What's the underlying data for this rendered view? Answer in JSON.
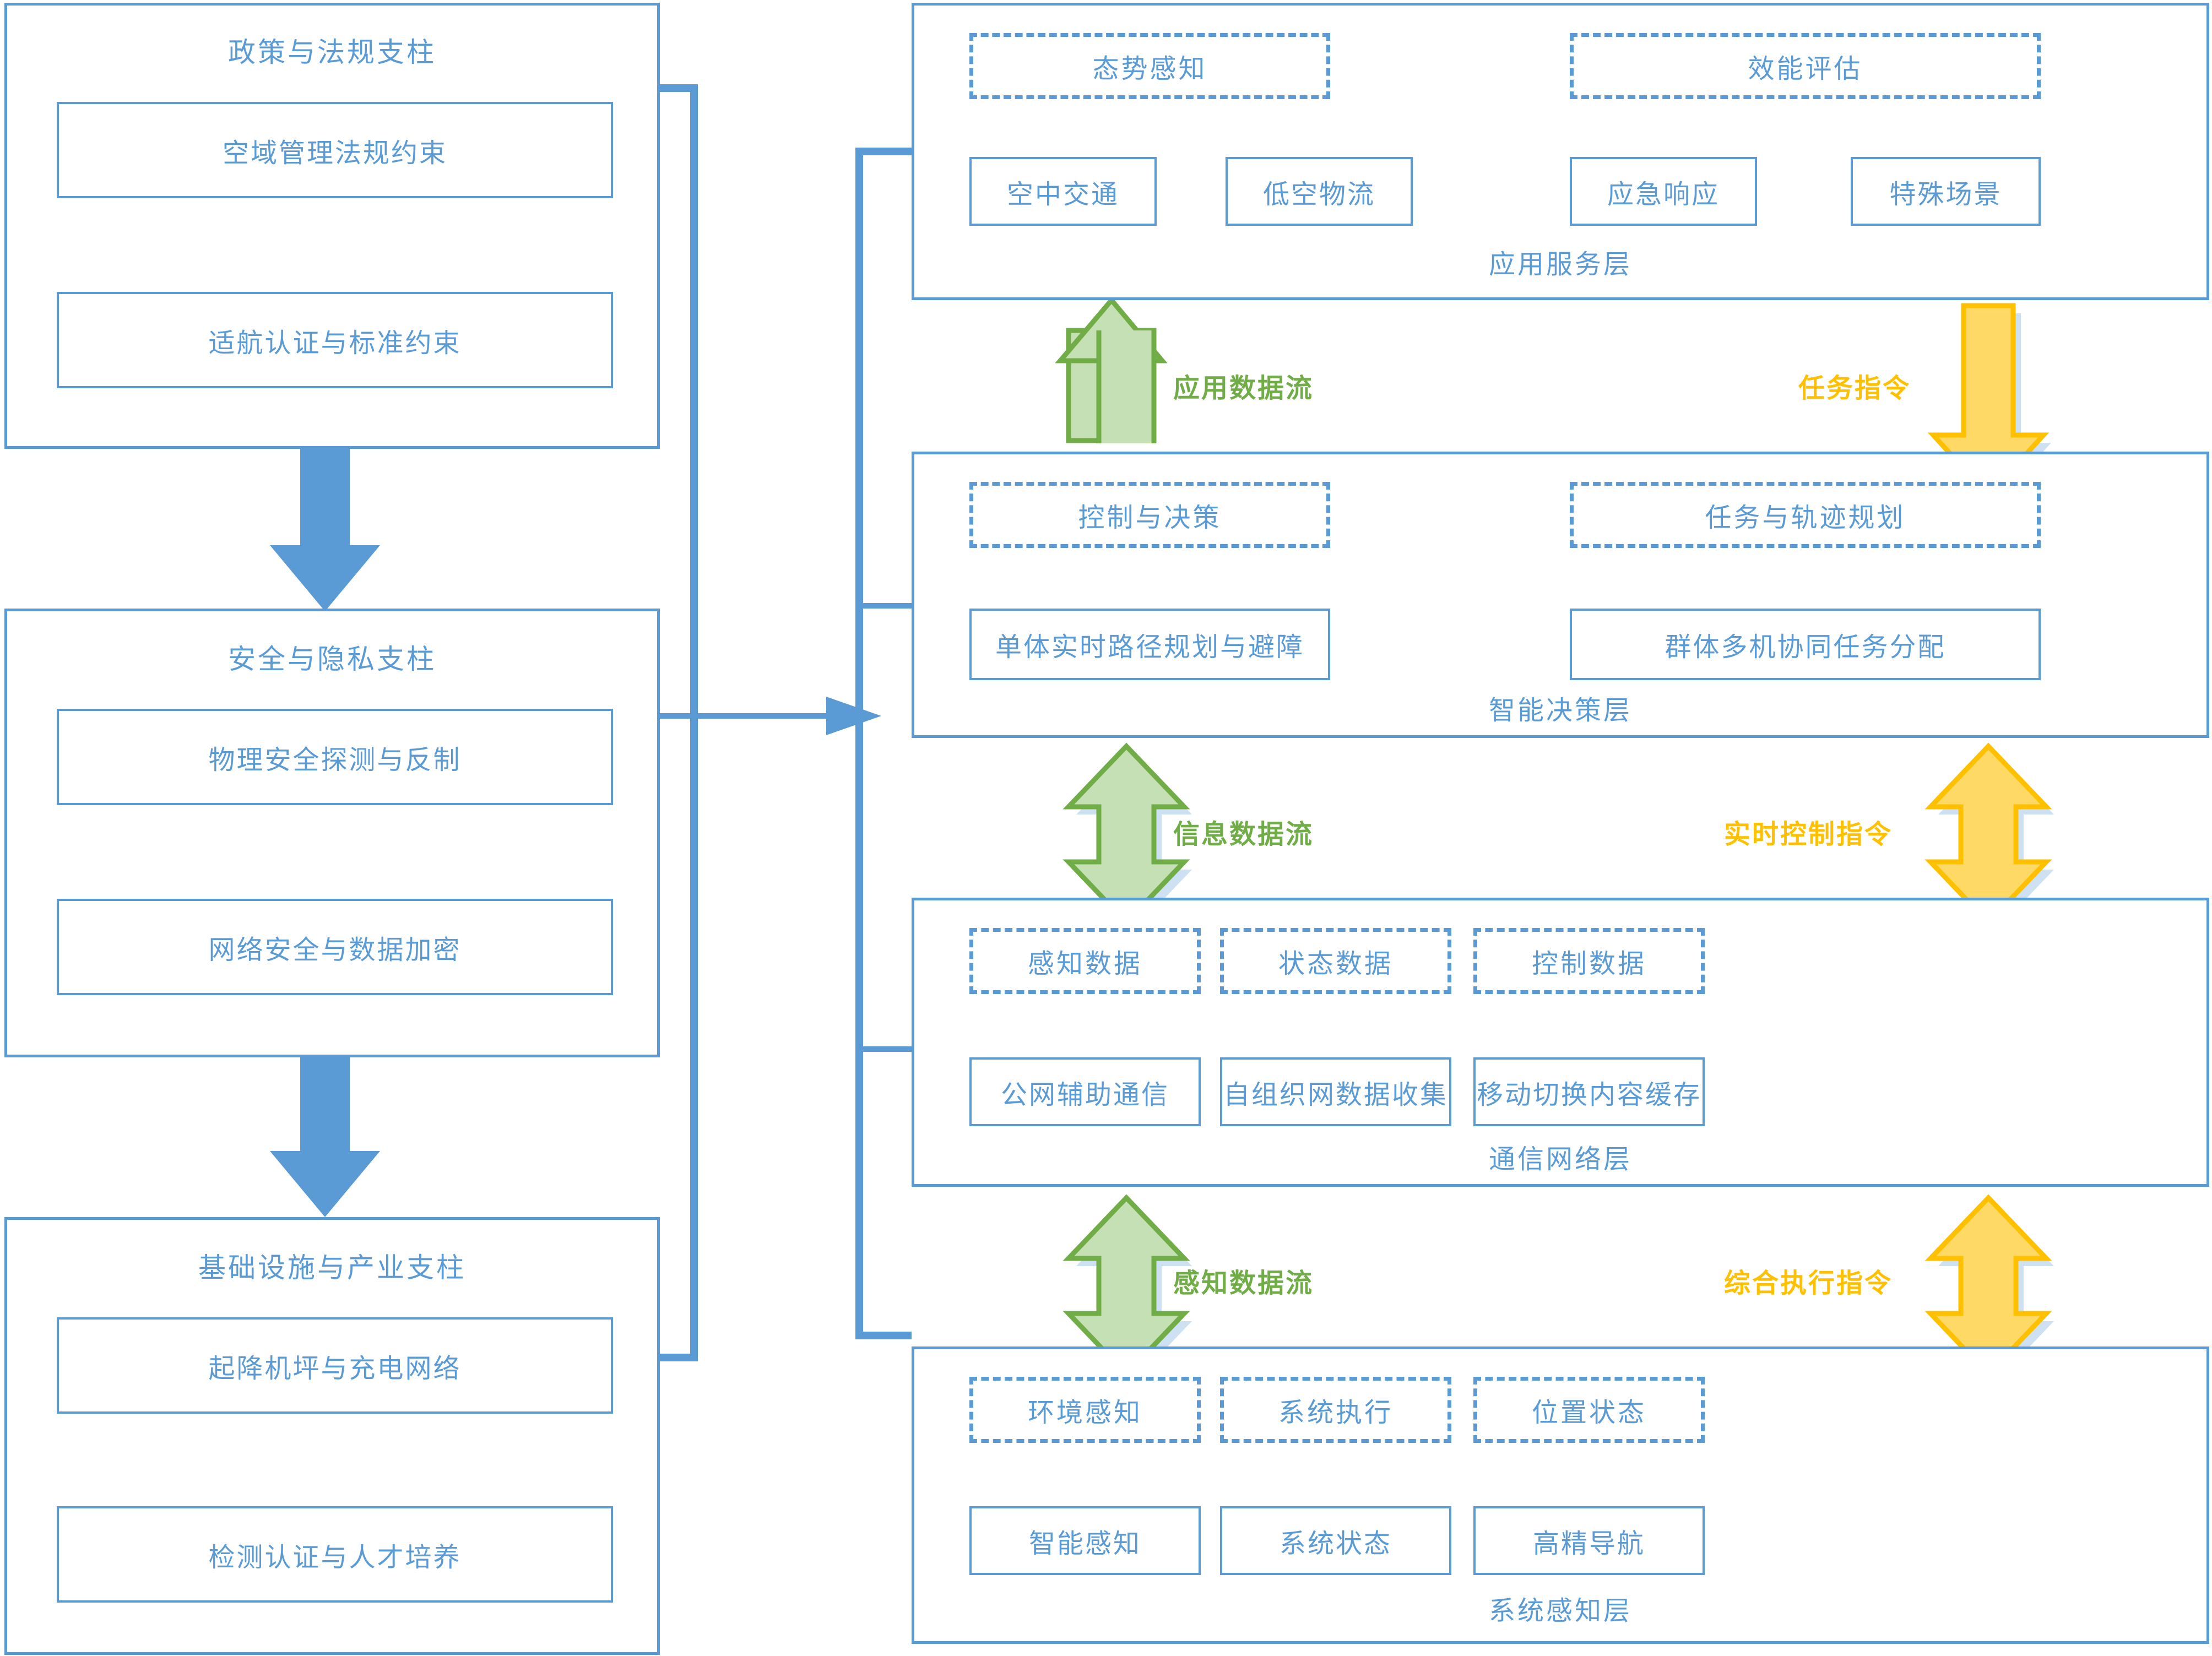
{
  "colors": {
    "blue": "#5B9BD5",
    "green_fill": "#C5E0B4",
    "green_line": "#70AD47",
    "yellow_fill": "#FFD966",
    "yellow_line": "#FFC000",
    "shadow": "#BDD7EE"
  },
  "pillars": [
    {
      "title": "政策与法规支柱",
      "items": [
        "空域管理法规约束",
        "适航认证与标准约束"
      ]
    },
    {
      "title": "安全与隐私支柱",
      "items": [
        "物理安全探测与反制",
        "网络安全与数据加密"
      ]
    },
    {
      "title": "基础设施与产业支柱",
      "items": [
        "起降机坪与充电网络",
        "检测认证与人才培养"
      ]
    }
  ],
  "layers": [
    {
      "label": "应用服务层",
      "dashed": [
        "态势感知",
        "效能评估"
      ],
      "solid": [
        "空中交通",
        "低空物流",
        "应急响应",
        "特殊场景"
      ]
    },
    {
      "label": "智能决策层",
      "dashed": [
        "控制与决策",
        "任务与轨迹规划"
      ],
      "solid": [
        "单体实时路径规划与避障",
        "群体多机协同任务分配"
      ]
    },
    {
      "label": "通信网络层",
      "dashed": [
        "感知数据",
        "状态数据",
        "控制数据"
      ],
      "solid": [
        "公网辅助通信",
        "自组织网数据收集",
        "移动切换内容缓存"
      ]
    },
    {
      "label": "系统感知层",
      "dashed": [
        "环境感知",
        "系统执行",
        "位置状态"
      ],
      "solid": [
        "智能感知",
        "系统状态",
        "高精导航"
      ]
    }
  ],
  "flows": [
    {
      "up": "应用数据流",
      "down": "任务指令"
    },
    {
      "up": "信息数据流",
      "down": "实时控制指令"
    },
    {
      "up": "感知数据流",
      "down": "综合执行指令"
    }
  ]
}
